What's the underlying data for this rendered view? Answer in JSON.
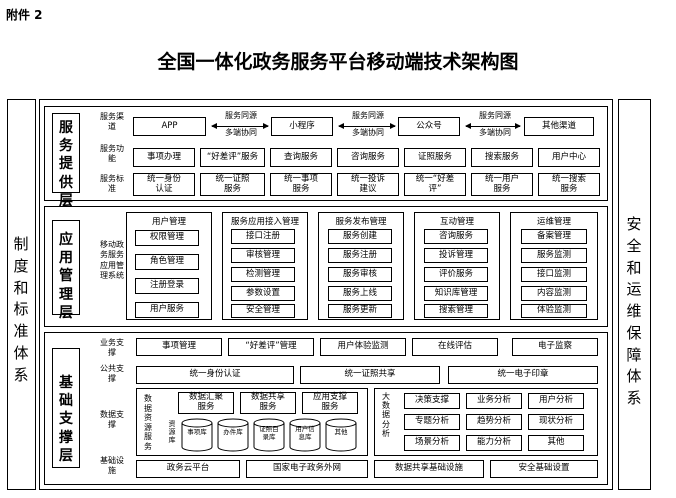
{
  "attachment": "附件 2",
  "title": "全国一体化政务服务平台移动端技术架构图",
  "side_left": "制度和标准体系",
  "side_right": "安全和运维保障体系",
  "service_layer": {
    "title": "服务提供层",
    "rows": [
      "服务渠道",
      "服务功能",
      "服务标准"
    ],
    "channels": [
      "APP",
      "小程序",
      "公众号",
      "其他渠道"
    ],
    "arrow_labels": [
      "服务同源",
      "多端协同"
    ],
    "functions": [
      "事项办理",
      "“好差评”服务",
      "查询服务",
      "咨询服务",
      "证照服务",
      "搜索服务",
      "用户中心"
    ],
    "standards": [
      "统一身份认证",
      "统一证照服务",
      "统一事项服务",
      "统一投诉建议",
      "统一“好差评”",
      "统一用户服务",
      "统一搜索服务"
    ]
  },
  "app_layer": {
    "title": "应用管理层",
    "label": "移动政务服务应用管理系统",
    "groups": [
      {
        "title": "用户管理",
        "items": [
          "权限管理",
          "角色管理",
          "注册登录",
          "用户服务"
        ]
      },
      {
        "title": "服务应用接入管理",
        "items": [
          "接口注册",
          "审核管理",
          "检测管理",
          "参数设置",
          "安全管理"
        ]
      },
      {
        "title": "服务发布管理",
        "items": [
          "服务创建",
          "服务注册",
          "服务审核",
          "服务上线",
          "服务更新"
        ]
      },
      {
        "title": "互动管理",
        "items": [
          "咨询服务",
          "投诉管理",
          "评价服务",
          "知识库管理",
          "搜索管理"
        ]
      },
      {
        "title": "运维管理",
        "items": [
          "备案管理",
          "服务监测",
          "接口监测",
          "内容监测",
          "体验监测"
        ]
      }
    ]
  },
  "base_layer": {
    "title": "基础支撑层",
    "labels": [
      "业务支撑",
      "公共支撑",
      "数据支撑",
      "基础设施"
    ],
    "business": [
      "事项管理",
      "“好差评”管理",
      "用户体验监测",
      "在线评估",
      "电子监察"
    ],
    "public": [
      "统一身份认证",
      "统一证照共享",
      "统一电子印章"
    ],
    "data_resource_label": "数据资源服务",
    "data_services": [
      "数据汇聚服务",
      "数据共享服务",
      "应用支撑服务"
    ],
    "repo_label": "资源库",
    "repos": [
      "事项库",
      "办件库",
      "证照目录库",
      "用户信息库",
      "其他"
    ],
    "bigdata_label": "大数据分析",
    "analysis": [
      "决策支撑",
      "业务分析",
      "用户分析",
      "专题分析",
      "趋势分析",
      "现状分析",
      "场景分析",
      "能力分析",
      "其他"
    ],
    "infra": [
      "政务云平台",
      "国家电子政务外网",
      "数据共享基础设施",
      "安全基础设置"
    ]
  }
}
